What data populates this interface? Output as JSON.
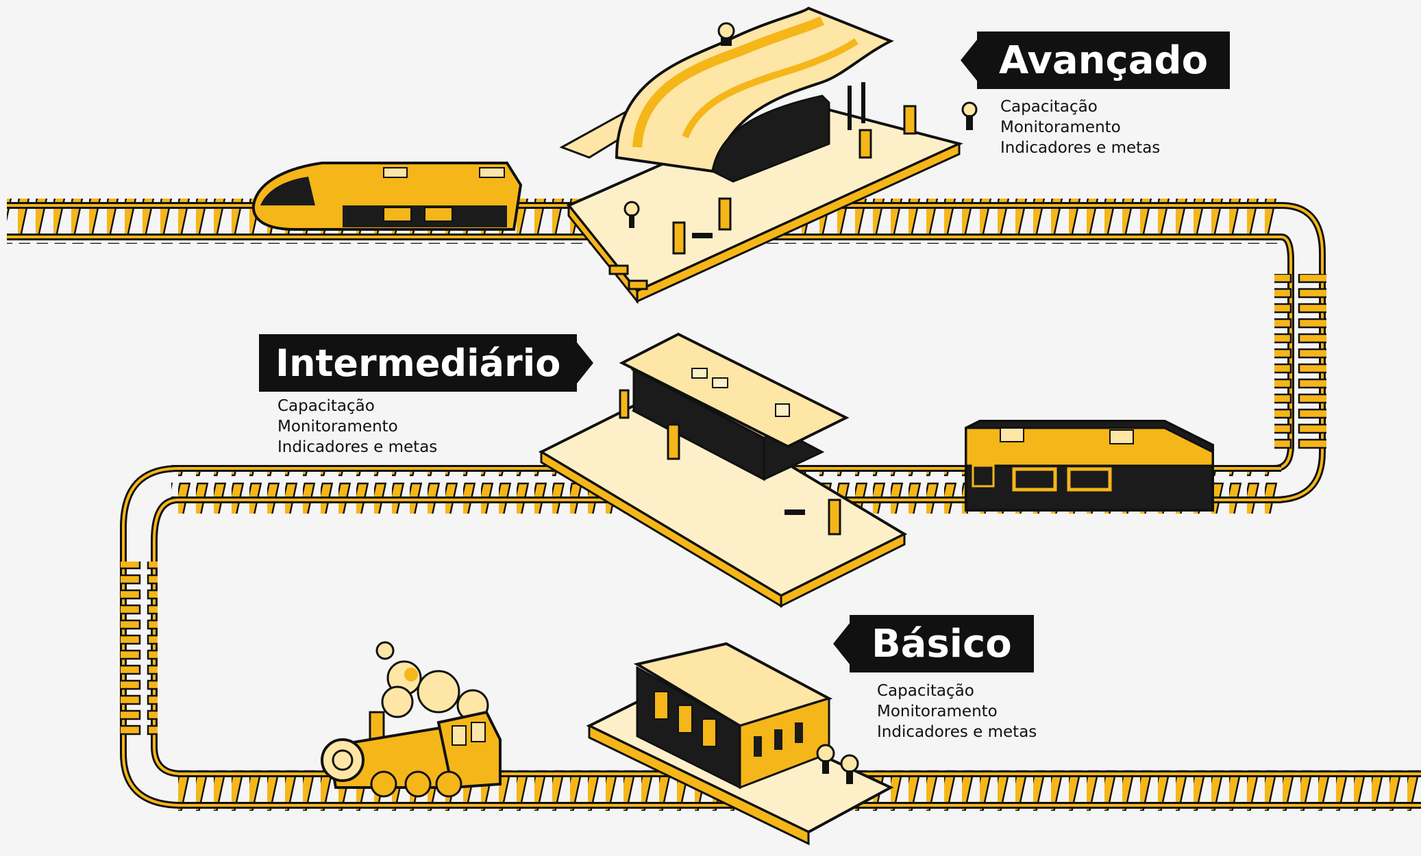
{
  "stages": [
    {
      "id": "avancado",
      "title": "Avançado",
      "items": [
        "Capacitação",
        "Monitoramento",
        "Indicadores e metas"
      ]
    },
    {
      "id": "intermediario",
      "title": "Intermediário",
      "items": [
        "Capacitação",
        "Monitoramento",
        "Indicadores e metas"
      ]
    },
    {
      "id": "basico",
      "title": "Básico",
      "items": [
        "Capacitação",
        "Monitoramento",
        "Indicadores e metas"
      ]
    }
  ],
  "colors": {
    "background": "#f5f5f5",
    "accent": "#f5b619",
    "accent_light": "#fde6a6",
    "cream": "#fdf0c8",
    "ink": "#111111",
    "label_bg": "#111111",
    "label_text": "#ffffff"
  }
}
